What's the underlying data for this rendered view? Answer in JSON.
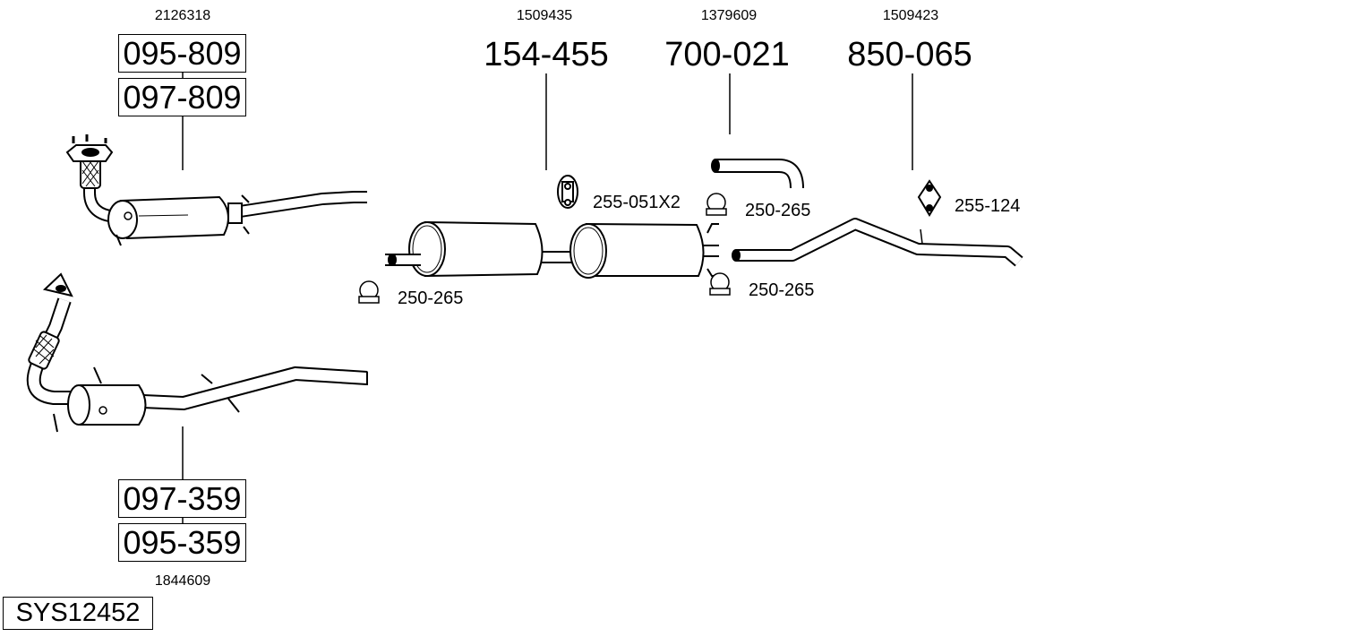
{
  "system_code": "SYS12452",
  "parts": {
    "front_pipe_top": {
      "oe_number": "2126318",
      "part_numbers": [
        "095-809",
        "097-809"
      ]
    },
    "front_pipe_bottom": {
      "oe_number": "1844609",
      "part_numbers": [
        "097-359",
        "095-359"
      ]
    },
    "middle_silencer": {
      "oe_number": "1509435",
      "part_number": "154-455"
    },
    "connecting_pipe": {
      "oe_number": "1379609",
      "part_number": "700-021"
    },
    "rear_pipe": {
      "oe_number": "1509423",
      "part_number": "850-065"
    }
  },
  "accessories": [
    {
      "label": "255-051X2",
      "icon": "rubber-mount-icon"
    },
    {
      "label": "250-265",
      "icon": "pipe-clamp-icon"
    },
    {
      "label": "255-124",
      "icon": "rubber-mount-icon"
    },
    {
      "label": "250-265",
      "icon": "pipe-clamp-icon"
    },
    {
      "label": "250-265",
      "icon": "pipe-clamp-icon"
    }
  ]
}
